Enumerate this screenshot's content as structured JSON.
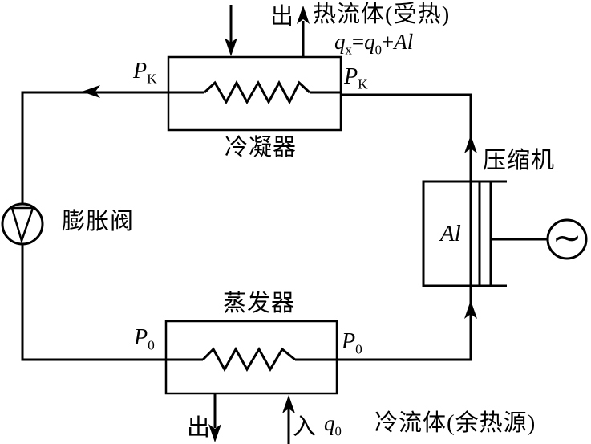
{
  "colors": {
    "line": "#000000",
    "text": "#000000",
    "background": "#ffffff"
  },
  "condenser": {
    "name": "冷凝器",
    "pressure_left": {
      "base": "P",
      "sub": "K"
    },
    "pressure_right": {
      "base": "P",
      "sub": "K"
    }
  },
  "evaporator": {
    "name": "蒸发器",
    "pressure_left": {
      "base": "P",
      "sub": "0"
    },
    "pressure_right": {
      "base": "P",
      "sub": "0"
    }
  },
  "compressor": {
    "name": "压缩机",
    "work_label": "Al",
    "motor_symbol": "∼"
  },
  "expansion_valve": {
    "name": "膨胀阀"
  },
  "hot_fluid": {
    "out_label": "出",
    "name": "热流体(受热)",
    "equation": {
      "lhs": "q",
      "lhs_sub": "x",
      "equals": "=",
      "rhs1": "q",
      "rhs1_sub": "0",
      "plus": "+",
      "rhs2": "Al"
    }
  },
  "cold_fluid": {
    "out_label": "出",
    "in_label": "入",
    "heat_label": {
      "base": "q",
      "sub": "0"
    },
    "name": "冷流体(余热源)"
  }
}
